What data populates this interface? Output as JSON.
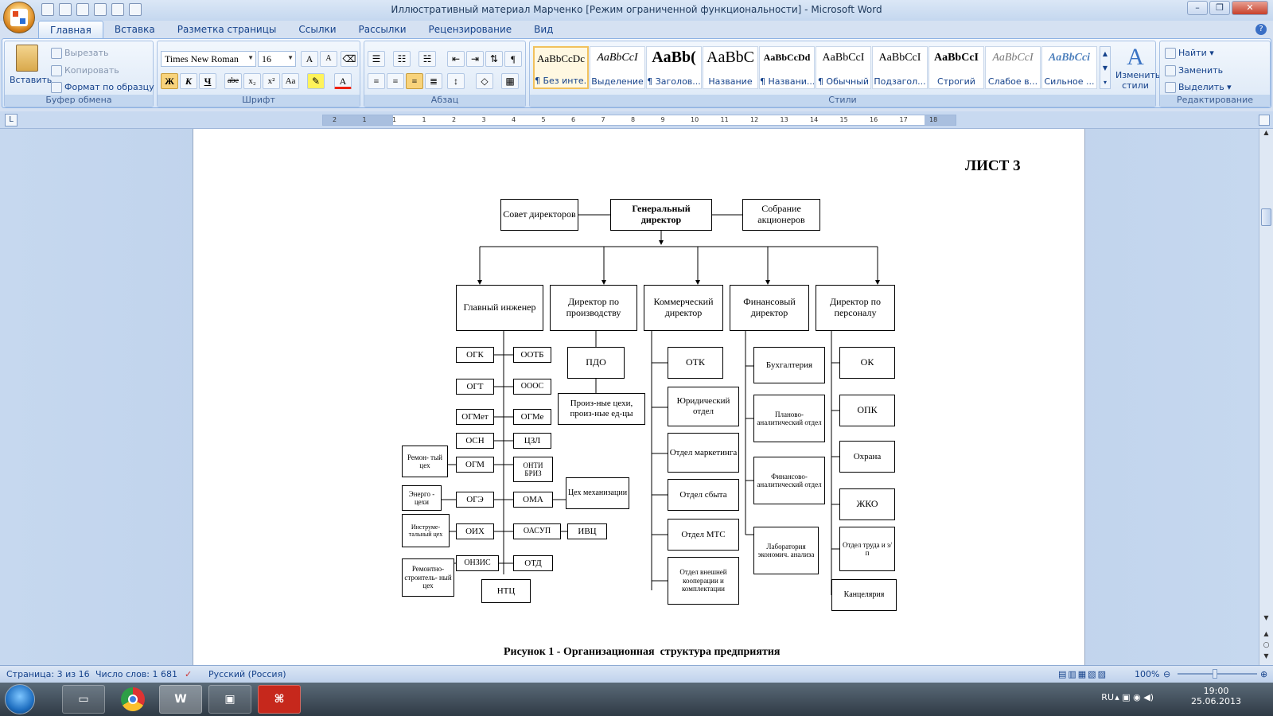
{
  "window": {
    "title": "Иллюстративный материал Марченко [Режим ограниченной функциональности] - Microsoft Word"
  },
  "tabs": [
    "Главная",
    "Вставка",
    "Разметка страницы",
    "Ссылки",
    "Рассылки",
    "Рецензирование",
    "Вид"
  ],
  "clipboard": {
    "paste": "Вставить",
    "cut": "Вырезать",
    "copy": "Копировать",
    "format_painter": "Формат по образцу",
    "label": "Буфер обмена"
  },
  "font": {
    "name": "Times New Roman",
    "size": "16",
    "label": "Шрифт",
    "bold": "Ж",
    "italic": "К",
    "underline": "Ч",
    "strike": "abe",
    "sub": "x₂",
    "sup": "x²",
    "case": "Aa",
    "grow": "A",
    "shrink": "A"
  },
  "paragraph": {
    "label": "Абзац"
  },
  "styles": {
    "label": "Стили",
    "items": [
      {
        "preview": "AaBbCcDc",
        "name": "¶ Без инте..."
      },
      {
        "preview": "AaBbCcI",
        "name": "Выделение"
      },
      {
        "preview": "AaBb(",
        "name": "¶ Заголов..."
      },
      {
        "preview": "AaBbC",
        "name": "Название"
      },
      {
        "preview": "AaBbCcDd",
        "name": "¶ Названи..."
      },
      {
        "preview": "AaBbCcI",
        "name": "¶ Обычный"
      },
      {
        "preview": "AaBbCcI",
        "name": "Подзагол..."
      },
      {
        "preview": "AaBbCcI",
        "name": "Строгий"
      },
      {
        "preview": "AaBbCcI",
        "name": "Слабое в..."
      },
      {
        "preview": "AaBbCci",
        "name": "Сильное ..."
      }
    ],
    "change": "Изменить стили"
  },
  "editing": {
    "label": "Редактирование",
    "find": "Найти",
    "replace": "Заменить",
    "select": "Выделить"
  },
  "ruler": {
    "ticks": [
      "2",
      "1",
      "1",
      "1",
      "2",
      "3",
      "4",
      "5",
      "6",
      "7",
      "8",
      "9",
      "10",
      "11",
      "12",
      "13",
      "14",
      "15",
      "16",
      "17",
      "18"
    ]
  },
  "document": {
    "sheet_label": "ЛИСТ 3",
    "caption": "Рисунок 1 - Организационная  структура предприятия",
    "nodes": {
      "board": "Совет директоров",
      "gd": "Генеральный директор",
      "shareholders": "Собрание акционеров",
      "chief_eng": "Главный инженер",
      "prod_dir": "Директор по производству",
      "comm_dir": "Коммерческий директор",
      "fin_dir": "Финансовый директор",
      "hr_dir": "Директор по персоналу",
      "ogk": "ОГК",
      "ootb": "ООТБ",
      "ogt": "ОГТ",
      "ooos": "ОООС",
      "ogmet": "ОГМет",
      "ogme": "ОГМе",
      "osn": "ОСН",
      "czl": "ЦЗЛ",
      "ogm": "ОГМ",
      "onti": "ОНТИ БРИЗ",
      "oge": "ОГЭ",
      "oma": "ОМА",
      "oih": "ОИХ",
      "oasup": "ОАСУП",
      "ivc": "ИВЦ",
      "onzis": "ОНЗИС",
      "otd": "ОТД",
      "ntc": "НТЦ",
      "repair_shop": "Ремон- тый цех",
      "energy_shop": "Энерго - цехи",
      "tool_shop": "Инструме- тальный цех",
      "build_shop": "Ремонтно- строитель- ный цех",
      "mech_shop": "Цех механизации",
      "pdo": "ПДО",
      "prod_units": "Произ-ные цехи, произ-ные ед-цы",
      "otk": "ОТК",
      "legal": "Юридический отдел",
      "marketing": "Отдел маркетинга",
      "sales": "Отдел сбыта",
      "mts": "Отдел МТС",
      "coop": "Отдел внешней кооперации и комплектации",
      "acct": "Бухгалтерия",
      "plan": "Планово- аналитический отдел",
      "finan": "Финансово- аналитический отдел",
      "lab": "Лаборатория экономич. анализа",
      "ok": "ОК",
      "opk": "ОПК",
      "guard": "Охрана",
      "zhko": "ЖКО",
      "labor": "Отдел труда и з/п",
      "office": "Канцелярия"
    }
  },
  "status": {
    "page": "Страница: 3 из 16",
    "words": "Число слов: 1 681",
    "lang": "Русский (Россия)",
    "zoom": "100%"
  },
  "taskbar": {
    "lang": "RU",
    "time": "19:00",
    "date": "25.06.2013"
  }
}
